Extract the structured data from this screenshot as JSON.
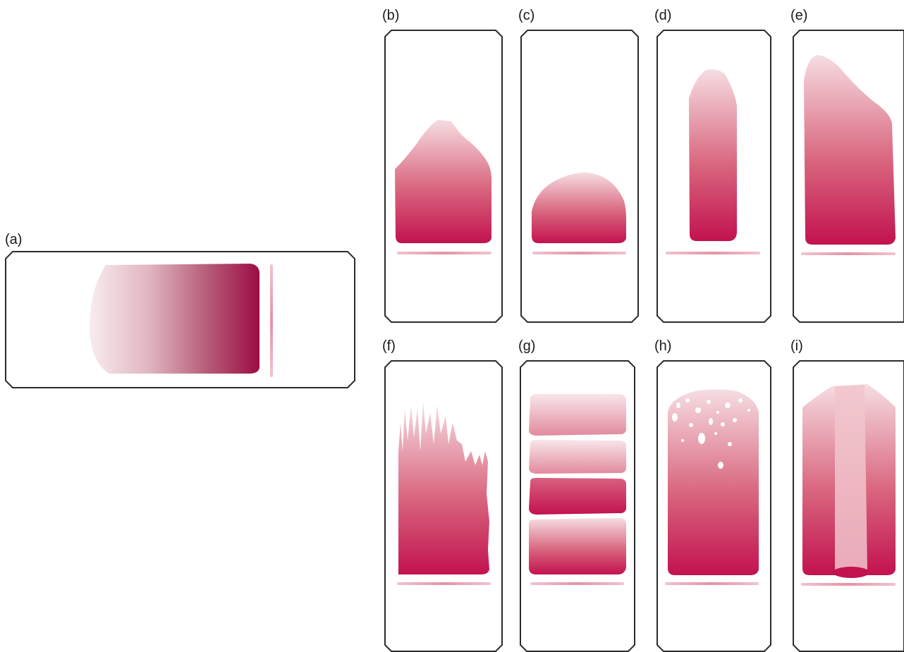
{
  "labels": {
    "a": "(a)",
    "b": "(b)",
    "c": "(c)",
    "d": "(d)",
    "e": "(e)",
    "f": "(f)",
    "g": "(g)",
    "h": "(h)",
    "i": "(i)"
  },
  "colors": {
    "frame": "#2b2b2b",
    "band_dark": "#c2124f",
    "band_mid": "#d9677f",
    "band_light": "#f6dde2",
    "a_dark": "#9c0d45",
    "a_light": "#f8ecee"
  }
}
